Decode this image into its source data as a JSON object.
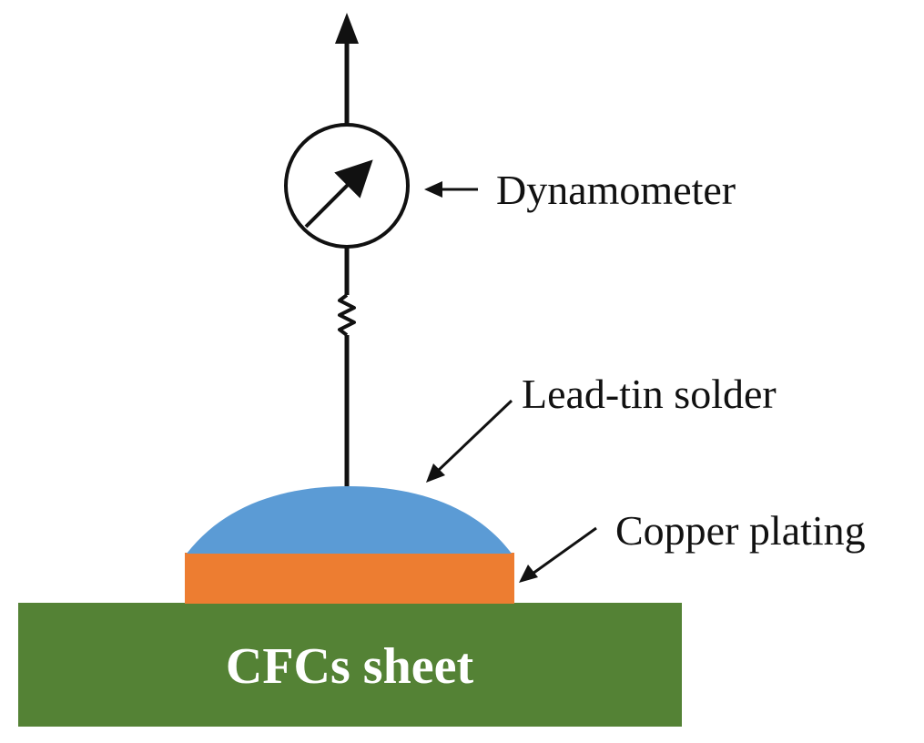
{
  "labels": {
    "dynamometer": "Dynamometer",
    "solder": "Lead-tin solder",
    "copper": "Copper plating",
    "sheet": "CFCs sheet"
  },
  "colors": {
    "sheet": "#548235",
    "copper": "#ED7D31",
    "solder": "#5B9BD5",
    "ink": "#111111",
    "sheet_text": "#ffffff"
  },
  "icons": {
    "gauge": "dynamometer-gauge-icon",
    "spring": "spring-icon",
    "pull_arrow": "arrow-up-icon"
  }
}
